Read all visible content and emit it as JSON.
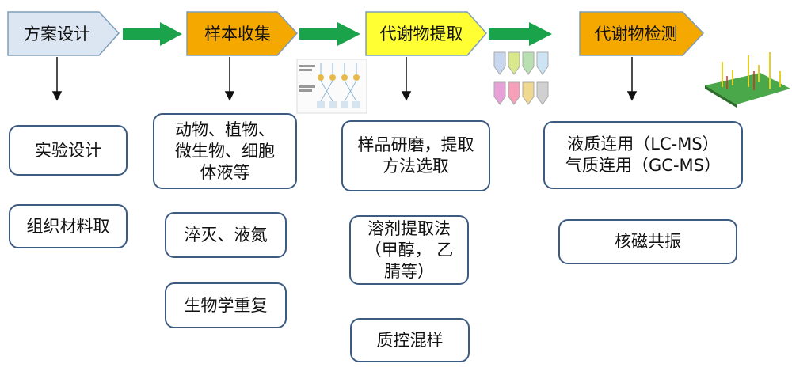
{
  "stages": [
    {
      "id": "design",
      "label": "方案设计",
      "color": "#dce6f2"
    },
    {
      "id": "collect",
      "label": "样本收集",
      "color": "#f5a800"
    },
    {
      "id": "extract",
      "label": "代谢物提取",
      "color": "#ffff33"
    },
    {
      "id": "detect",
      "label": "代谢物检测",
      "color": "#f5a800"
    }
  ],
  "boxes": {
    "design": [
      "实验设计",
      "组织材料取"
    ],
    "collect": [
      "动物、植物、\n微生物、细胞\n体液等",
      "淬灭、液氮",
      "生物学重复"
    ],
    "extract": [
      "样品研磨，提取\n方法选取",
      "溶剂提取法\n（甲醇， 乙\n腈等）",
      "质控混样"
    ],
    "detect": [
      "液质连用（LC-MS）\n气质连用（GC-MS）",
      "核磁共振"
    ]
  },
  "colors": {
    "arrow_green": "#1aa34a",
    "box_border": "#3d5a80",
    "chevron_border": "#7f9db9"
  },
  "icons": [
    "replicate-diagram-icon",
    "sample-tubes-icon",
    "3d-spectrum-icon"
  ]
}
